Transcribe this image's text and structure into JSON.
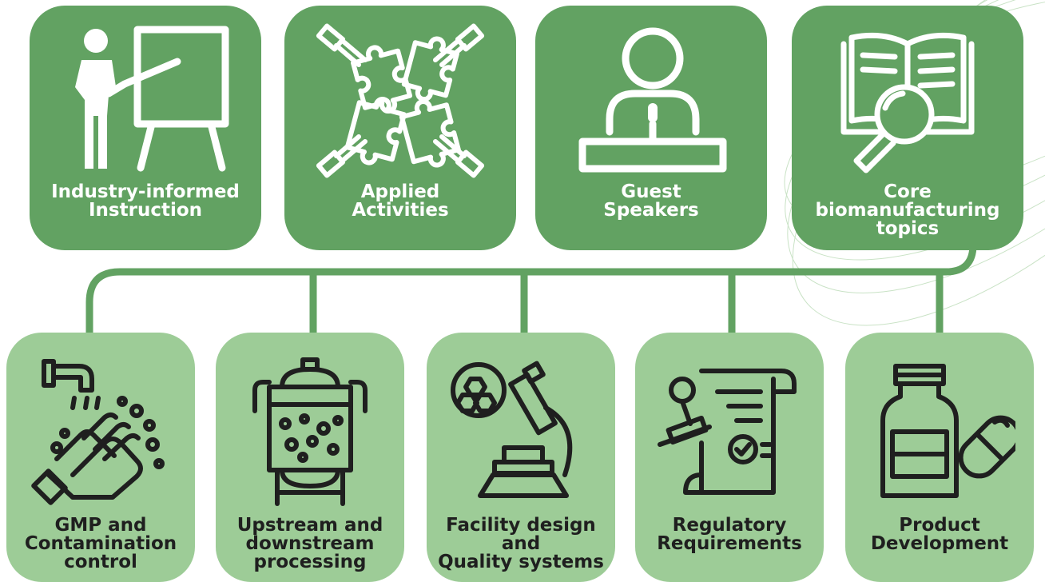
{
  "colors": {
    "top_card": "#62a262",
    "bottom_card": "#9dcc97",
    "connector": "#62a262",
    "top_text": "#ffffff",
    "bottom_text": "#1f1f1f"
  },
  "top_cards": [
    {
      "icon": "teacher-at-whiteboard-icon",
      "lines": [
        "Industry-informed",
        "Instruction"
      ]
    },
    {
      "icon": "puzzle-hands-icon",
      "lines": [
        "Applied",
        "Activities"
      ]
    },
    {
      "icon": "speaker-at-podium-icon",
      "lines": [
        "Guest",
        "Speakers"
      ]
    },
    {
      "icon": "book-magnifier-icon",
      "lines": [
        "Core",
        "biomanufacturing",
        "topics"
      ]
    }
  ],
  "bottom_cards": [
    {
      "icon": "handwashing-icon",
      "lines": [
        "GMP and",
        "Contamination",
        "control"
      ]
    },
    {
      "icon": "bioreactor-icon",
      "lines": [
        "Upstream and",
        "downstream",
        "processing"
      ]
    },
    {
      "icon": "microscope-icon",
      "lines": [
        "Facility design",
        "and",
        "Quality systems"
      ]
    },
    {
      "icon": "regulatory-document-stamp-icon",
      "lines": [
        "Regulatory",
        "Requirements"
      ]
    },
    {
      "icon": "medicine-bottle-pill-icon",
      "lines": [
        "Product",
        "Development"
      ]
    }
  ]
}
